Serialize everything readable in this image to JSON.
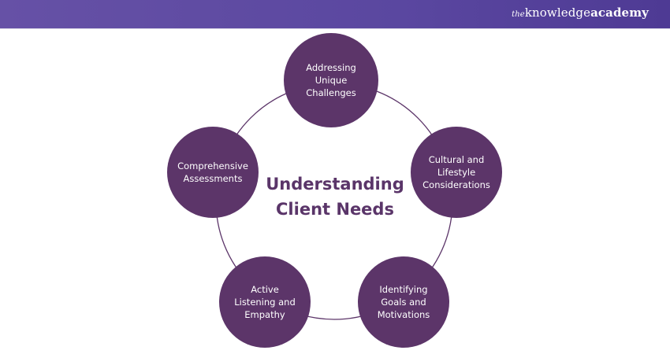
{
  "header": {
    "logo_the": "the",
    "logo_knowledge": "knowledge",
    "logo_academy": "academy"
  },
  "colors": {
    "header_bg": "#5a47a0",
    "node_fill": "#5c3569",
    "ring_stroke": "#5c3569",
    "title_color": "#5a3569"
  },
  "diagram": {
    "center_title": "Understanding\nClient Needs",
    "nodes": [
      {
        "label": "Addressing\nUnique\nChallenges"
      },
      {
        "label": "Cultural and\nLifestyle\nConsiderations"
      },
      {
        "label": "Identifying\nGoals and\nMotivations"
      },
      {
        "label": "Active\nListening and\nEmpathy"
      },
      {
        "label": "Comprehensive\nAssessments"
      }
    ]
  }
}
